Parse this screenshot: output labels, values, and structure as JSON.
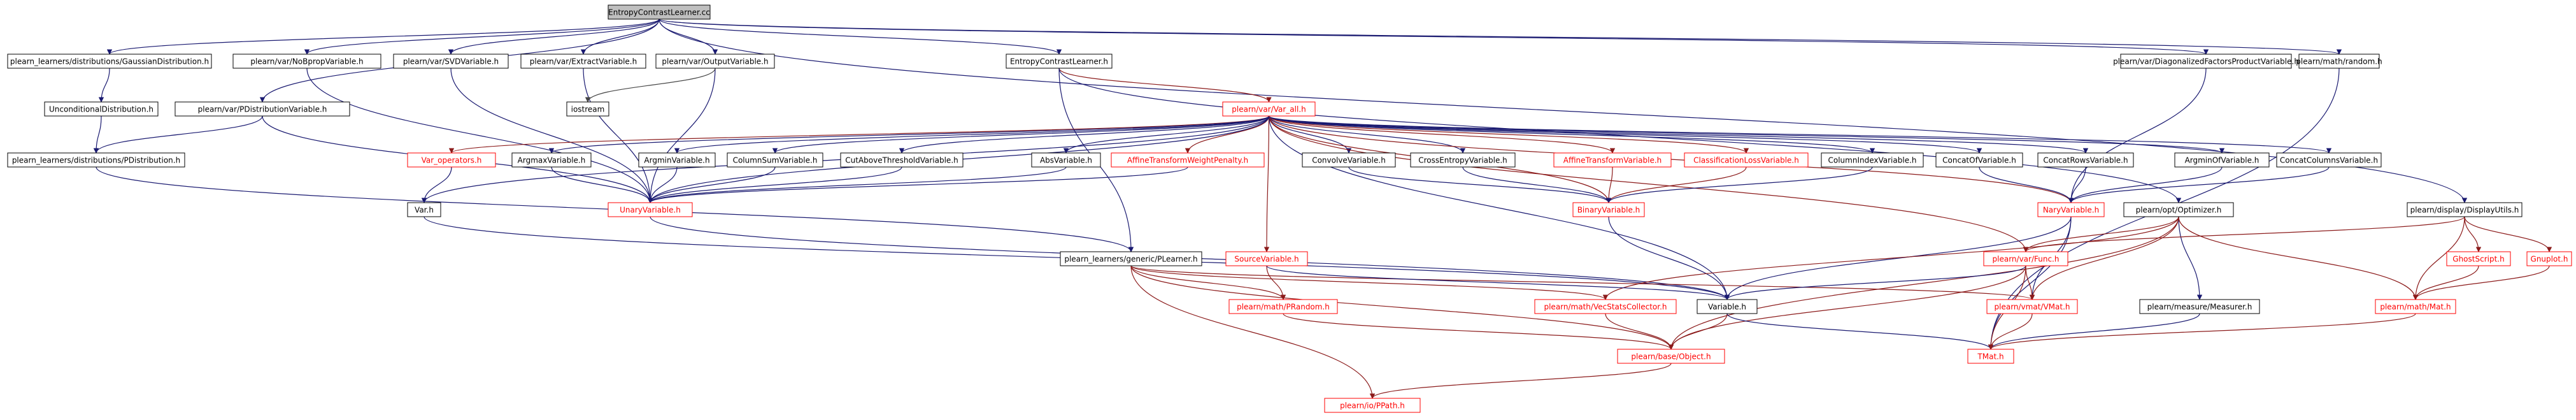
{
  "nodes": {
    "entropy_cc": "EntropyContrastLearner.cc",
    "gaussian": "plearn_learners/distributions/GaussianDistribution.h",
    "nobprop": "plearn/var/NoBpropVariable.h",
    "svd": "plearn/var/SVDVariable.h",
    "extract": "plearn/var/ExtractVariable.h",
    "output": "plearn/var/OutputVariable.h",
    "entropy_h": "EntropyContrastLearner.h",
    "diag": "plearn/var/DiagonalizedFactorsProductVariable.h",
    "random": "plearn/math/random.h",
    "unconditional": "UnconditionalDistribution.h",
    "pdistvar": "plearn/var/PDistributionVariable.h",
    "iostream": "iostream",
    "varall": "plearn/var/Var_all.h",
    "pdist": "plearn_learners/distributions/PDistribution.h",
    "var_operators": "Var_operators.h",
    "argmax": "ArgmaxVariable.h",
    "argmin": "ArgminVariable.h",
    "columnsum": "ColumnSumVariable.h",
    "cutabove": "CutAboveThresholdVariable.h",
    "abs": "AbsVariable.h",
    "affineweight": "AffineTransformWeightPenalty.h",
    "convolve": "ConvolveVariable.h",
    "crossentropy": "CrossEntropyVariable.h",
    "affinetransform": "AffineTransformVariable.h",
    "classloss": "ClassificationLossVariable.h",
    "columnindex": "ColumnIndexVariable.h",
    "concatof": "ConcatOfVariable.h",
    "concatrows": "ConcatRowsVariable.h",
    "argminof": "ArgminOfVariable.h",
    "concatcols": "ConcatColumnsVariable.h",
    "displayutils": "plearn/display/DisplayUtils.h",
    "var_h": "Var.h",
    "unary": "UnaryVariable.h",
    "binary": "BinaryVariable.h",
    "nary": "NaryVariable.h",
    "optimizer": "plearn/opt/Optimizer.h",
    "ghostscript": "GhostScript.h",
    "gnuplot": "Gnuplot.h",
    "plearner": "plearn_learners/generic/PLearner.h",
    "sourcevar": "SourceVariable.h",
    "func": "plearn/var/Func.h",
    "prandom": "plearn/math/PRandom.h",
    "vecstats": "plearn/math/VecStatsCollector.h",
    "variable": "Variable.h",
    "vmat": "plearn/vmat/VMat.h",
    "measurer": "plearn/measure/Measurer.h",
    "mat": "plearn/math/Mat.h",
    "object": "plearn/base/Object.h",
    "tmat": "TMat.h",
    "ppath": "plearn/io/PPath.h"
  }
}
